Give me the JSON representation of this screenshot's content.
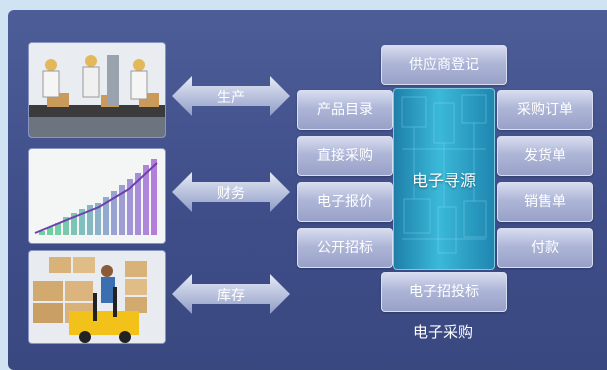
{
  "arrows": {
    "production": "生产",
    "finance": "财务",
    "inventory": "库存"
  },
  "left_column": [
    "产品目录",
    "直接采购",
    "电子报价",
    "公开招标"
  ],
  "right_column": [
    "采购订单",
    "发货单",
    "销售单",
    "付款"
  ],
  "top_box": "供应商登记",
  "bottom_box": "电子招投标",
  "center": "电子寻源",
  "caption": "电子采购",
  "icons": [
    "factory-workers-photo",
    "bar-chart-photo",
    "forklift-warehouse-photo"
  ]
}
